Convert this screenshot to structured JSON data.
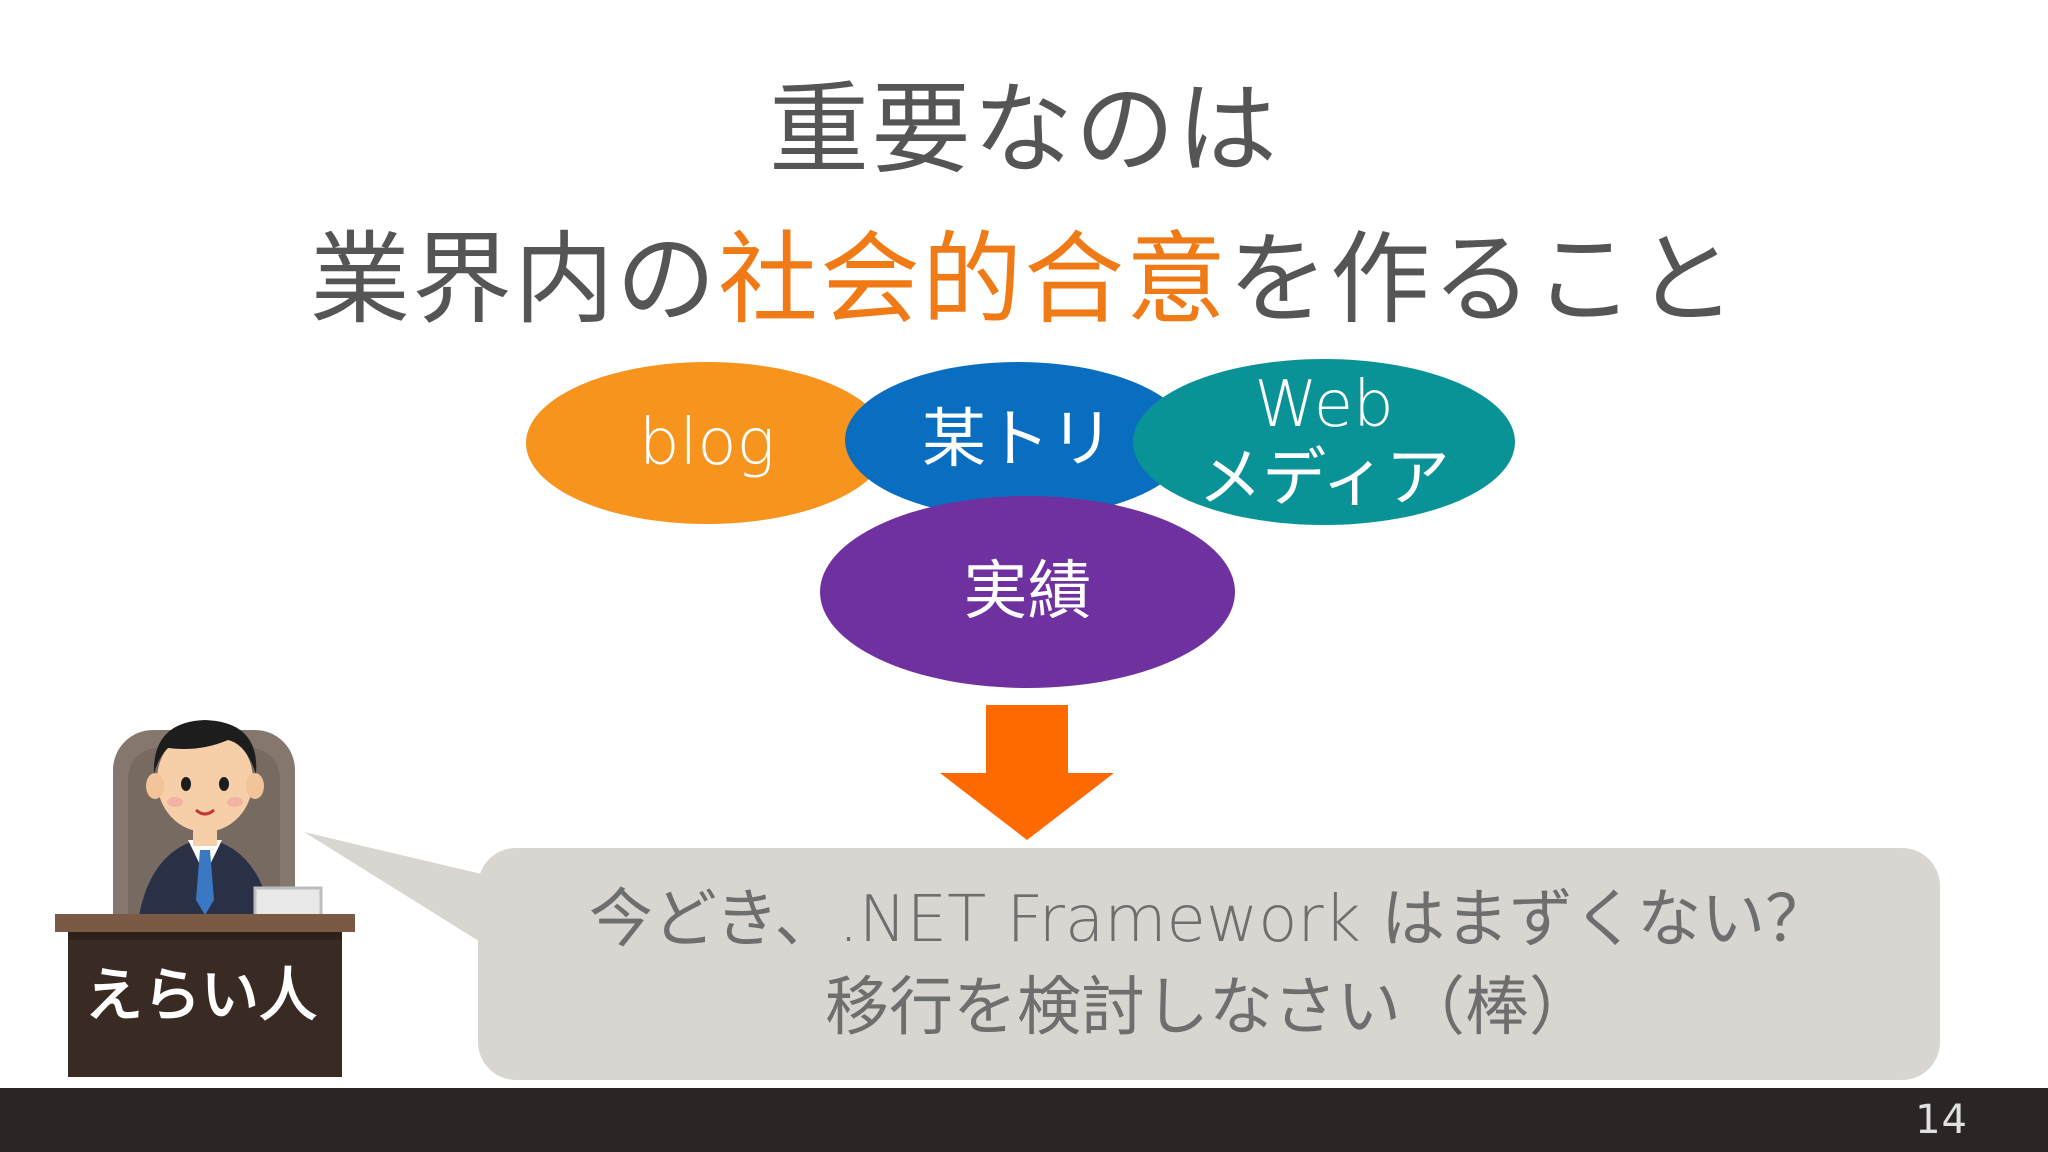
{
  "slide": {
    "title_line1": "重要なのは",
    "title_line2_pre": "業界内の",
    "title_line2_accent": "社会的合意",
    "title_line2_post": "を作ること",
    "accent_color": "#f07a16",
    "page_number": "14"
  },
  "bubbles": {
    "blog": {
      "label": "blog",
      "color": "#f7941d"
    },
    "tori": {
      "label": "某トリ",
      "color": "#0a6ec0"
    },
    "web": {
      "label": "Web\nメディア",
      "color": "#0a9397"
    },
    "jiseki": {
      "label": "実績",
      "color": "#7031a0"
    }
  },
  "arrow": {
    "color": "#ff6a00",
    "icon": "down-arrow-icon"
  },
  "speech": {
    "line1": "今どき、.NET Framework はまずくない？",
    "line2": "移行を検討しなさい（棒）"
  },
  "boss": {
    "label": "えらい人",
    "icon": "businessman-at-desk-illustration"
  }
}
